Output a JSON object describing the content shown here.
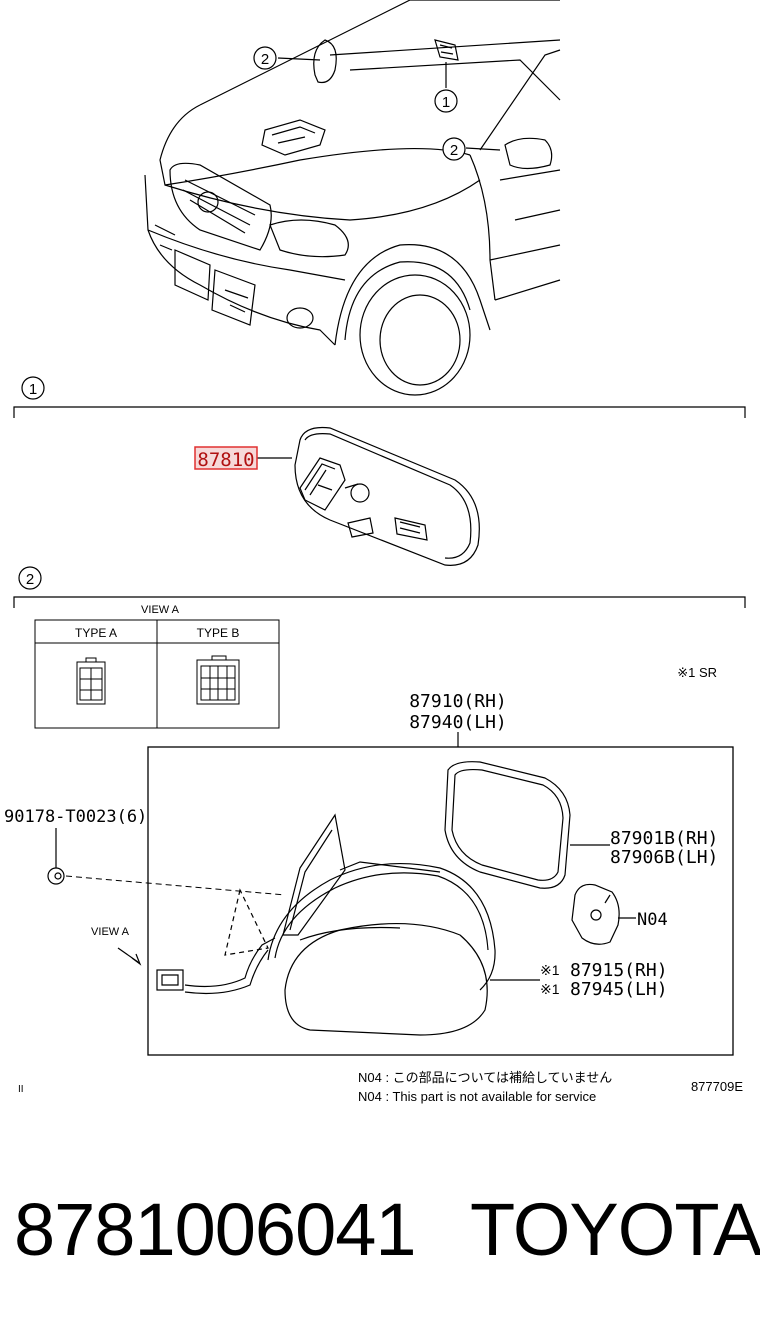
{
  "diagram": {
    "callouts": {
      "one": "1",
      "two": "2"
    },
    "section1": {
      "number": "1",
      "part": "87810"
    },
    "section2": {
      "number": "2",
      "view_title": "VIEW A",
      "type_a": "TYPE   A",
      "type_b": "TYPE   B",
      "sr_note": "※1 SR",
      "mirror_rh": "87910(RH)",
      "mirror_lh": "87940(LH)",
      "bolt": "90178-T0023(6)",
      "view_arrow": "VIEW A",
      "glass_rh": "87901B(RH)",
      "glass_lh": "87906B(LH)",
      "n04": "N04",
      "cover_rh": "87915(RH)",
      "cover_lh": "87945(LH)",
      "mark1": "※1",
      "mark2": "※1"
    },
    "notes": {
      "n04_jp": "N04 :  この部品については補給していません",
      "n04_en": "N04 :  This part is not available for service",
      "code": "877709E",
      "corner": "II"
    }
  },
  "footer": {
    "part_number": "8781006041",
    "brand": "TOYOTA"
  }
}
